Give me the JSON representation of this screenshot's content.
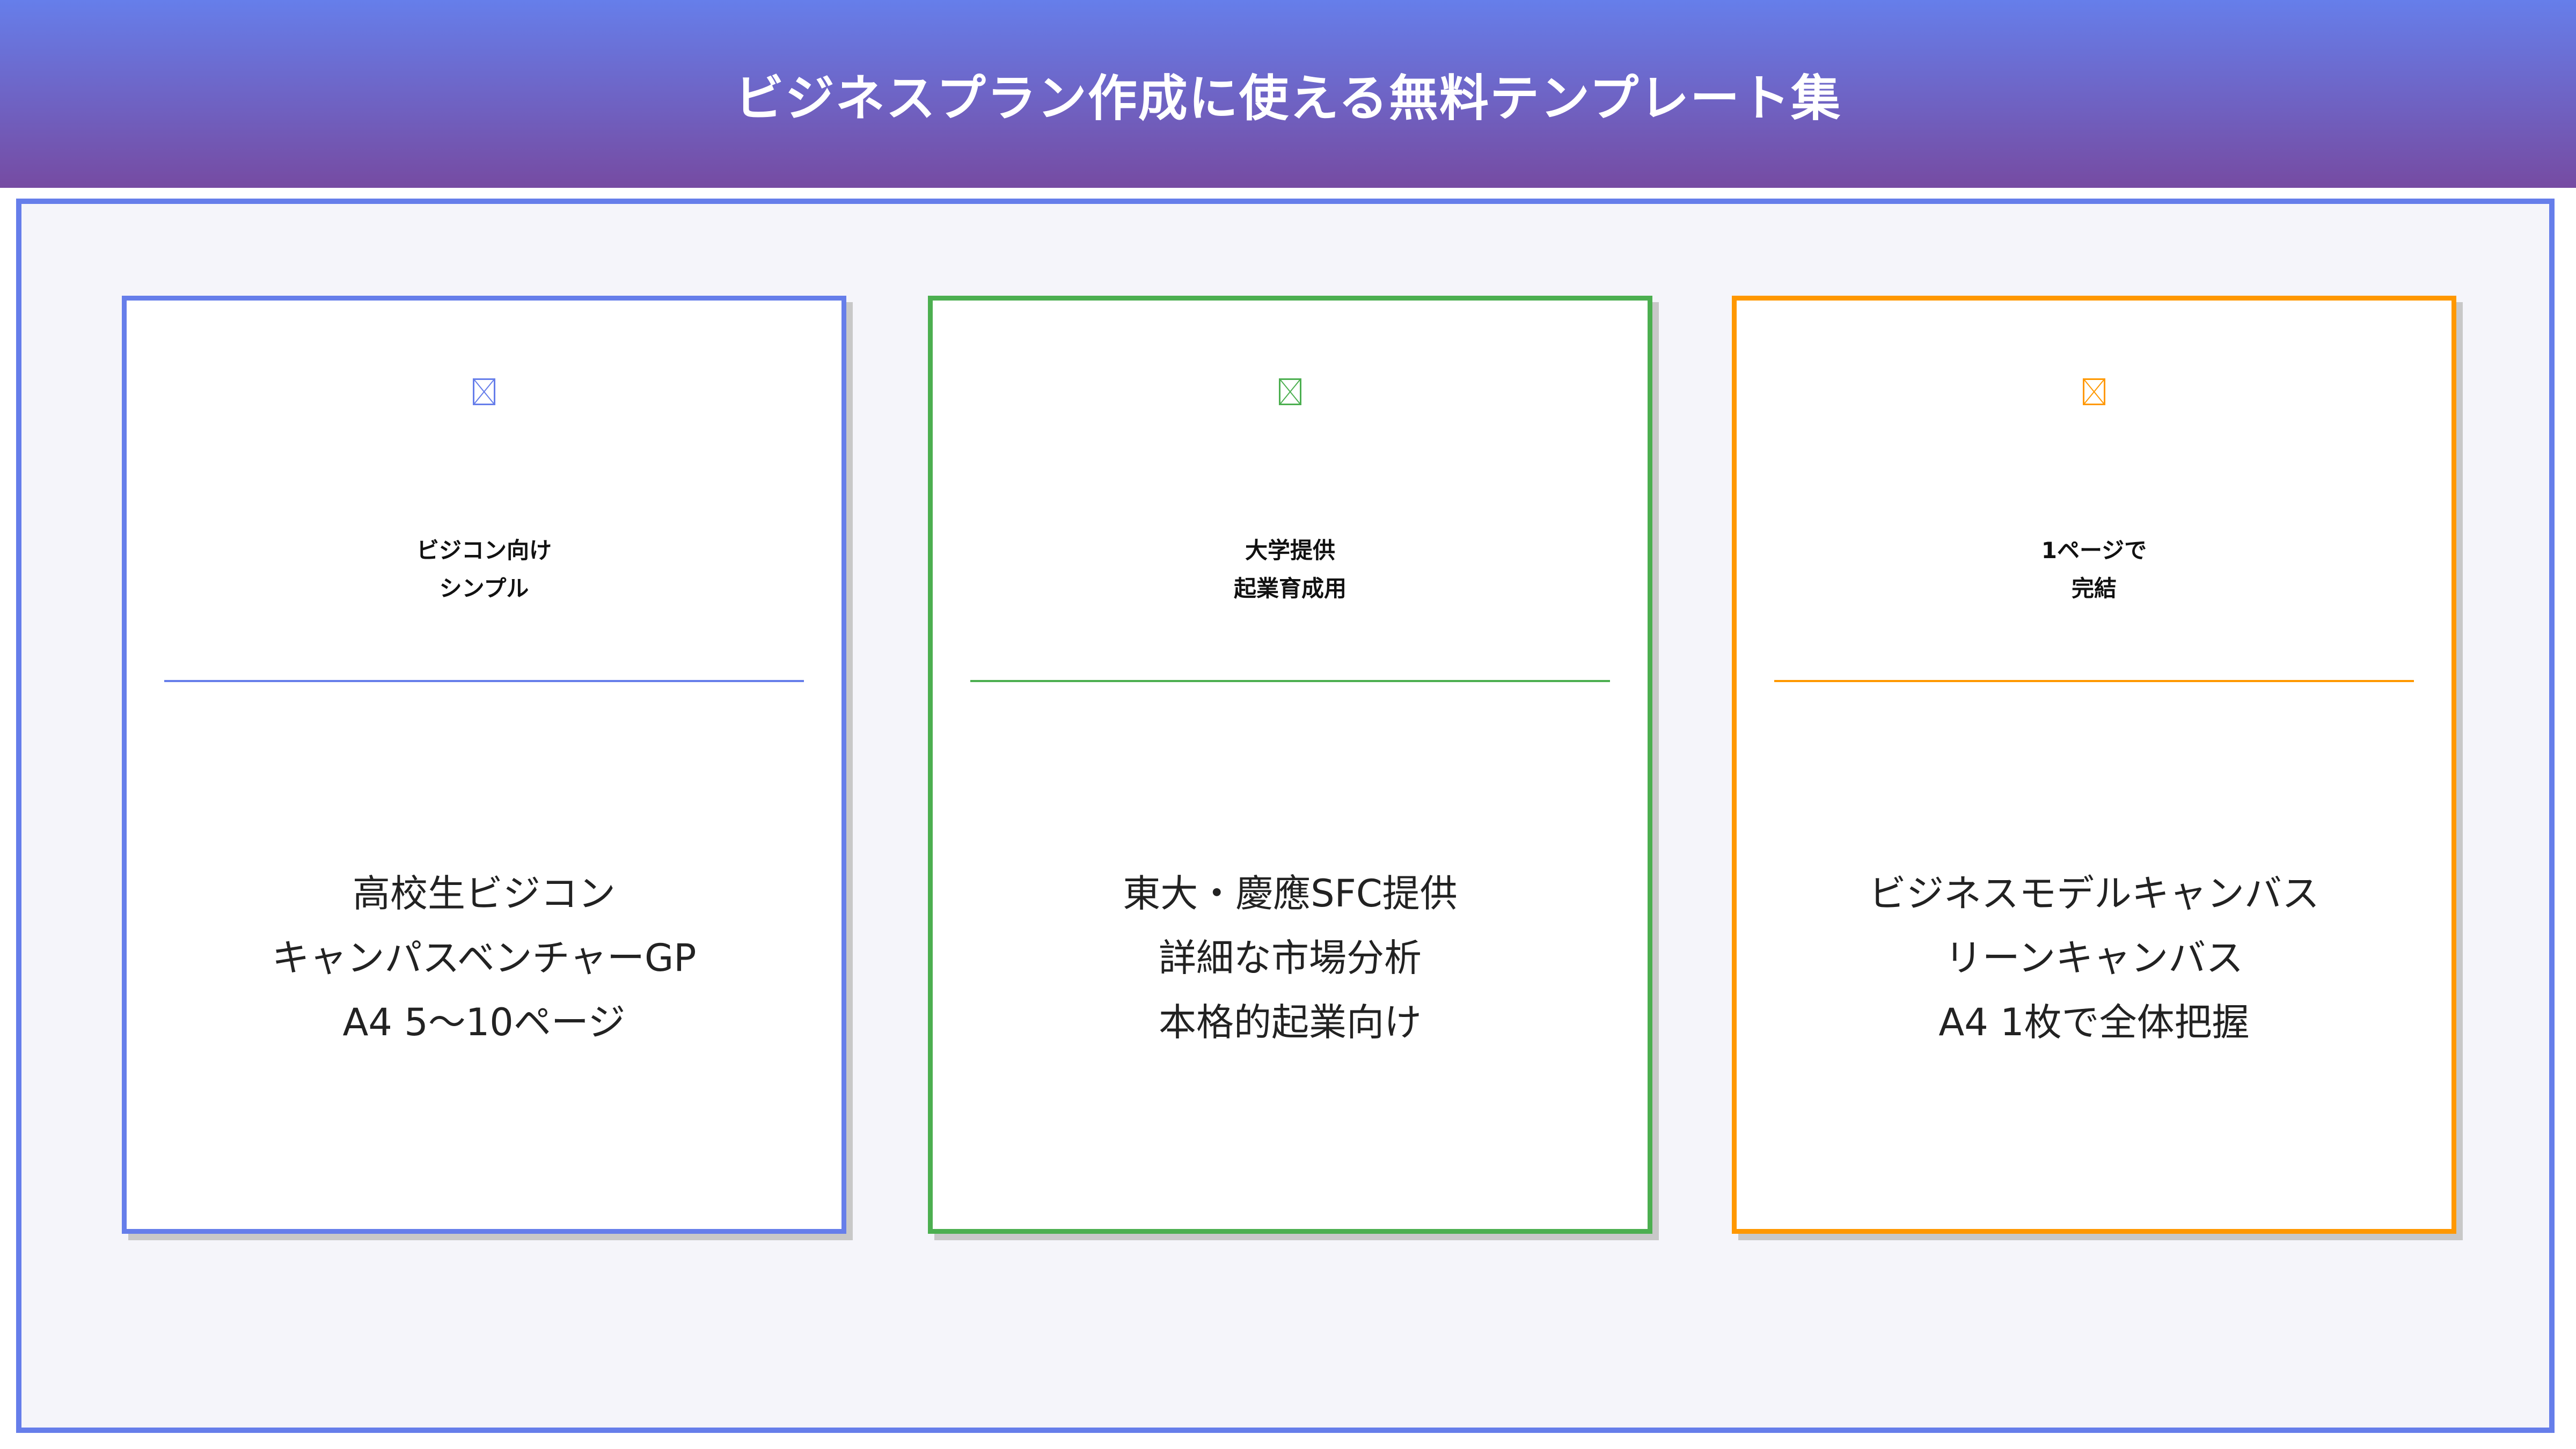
{
  "header": {
    "title": "ビジネスプラン作成に使える無料テンプレート集"
  },
  "colors": {
    "primary": "#667eea",
    "secondary": "#764ba2",
    "green": "#4caf50",
    "orange": "#ff9800",
    "background": "#f5f5fa"
  },
  "cards": [
    {
      "icon": "broken-image-icon",
      "color": "#667eea",
      "head": [
        "ビジコン向け",
        "シンプル"
      ],
      "body": [
        "高校生ビジコン",
        "キャンパスベンチャーGP",
        "A4 5〜10ページ"
      ]
    },
    {
      "icon": "broken-image-icon",
      "color": "#4caf50",
      "head": [
        "大学提供",
        "起業育成用"
      ],
      "body": [
        "東大・慶應SFC提供",
        "詳細な市場分析",
        "本格的起業向け"
      ]
    },
    {
      "icon": "broken-image-icon",
      "color": "#ff9800",
      "head": [
        "1ページで",
        "完結"
      ],
      "body": [
        "ビジネスモデルキャンバス",
        "リーンキャンバス",
        "A4 1枚で全体把握"
      ]
    }
  ]
}
